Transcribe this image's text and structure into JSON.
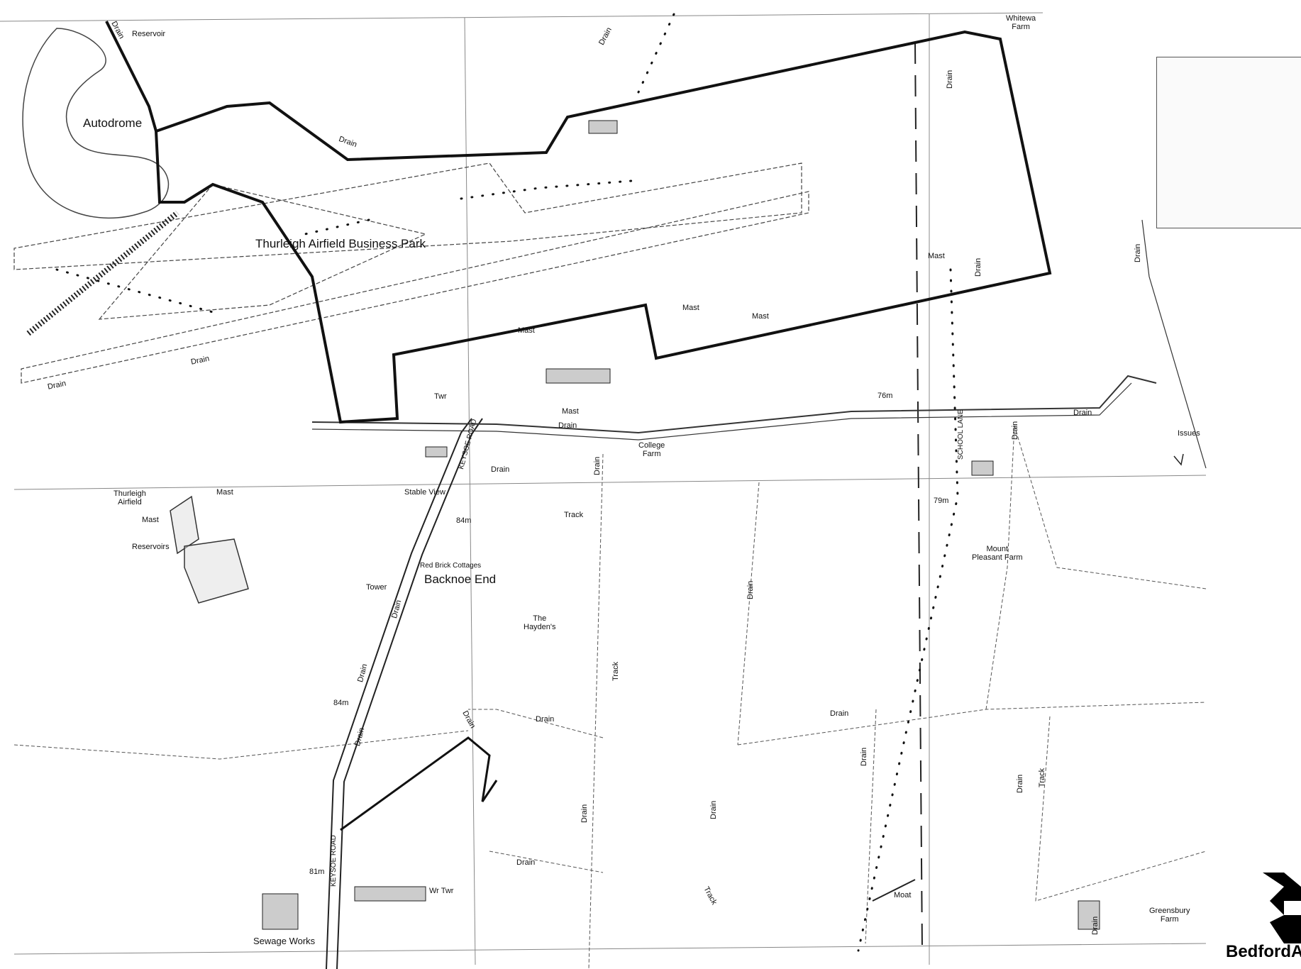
{
  "map": {
    "site_label": "Thurleigh Airfield Business Park",
    "places": {
      "autodrome": "Autodrome",
      "reservoir": "Reservoir",
      "whitewa_farm": "Whitewa\nFarm",
      "backnoe_end": "Backnoe End",
      "college_farm": "College\nFarm",
      "thurleigh_airfield": "Thurleigh\nAirfield",
      "reservoirs": "Reservoirs",
      "stable_view": "Stable View",
      "red_brick_cottages": "Red Brick Cottages",
      "tower": "Tower",
      "the_haydens": "The\nHayden's",
      "mount_pleasant_farm": "Mount\nPleasant Farm",
      "sewage_works": "Sewage Works",
      "greensbury_farm": "Greensbury\nFarm",
      "twr": "Twr",
      "wr_twr": "Wr Twr",
      "moat": "Moat",
      "issues": "Issues"
    },
    "features": {
      "drain": "Drain",
      "mast": "Mast",
      "track": "Track",
      "school_lane": "SCHOOL LANE",
      "keysoe_road": "KEYSOE ROAD"
    },
    "heights": {
      "h76": "76m",
      "h79": "79m",
      "h84a": "84m",
      "h84b": "84m",
      "h81": "81m"
    },
    "brand": "BedfordA",
    "colors": {
      "boundary": "#111111",
      "linework": "#333333",
      "grid": "#777777",
      "background": "#ffffff"
    }
  }
}
